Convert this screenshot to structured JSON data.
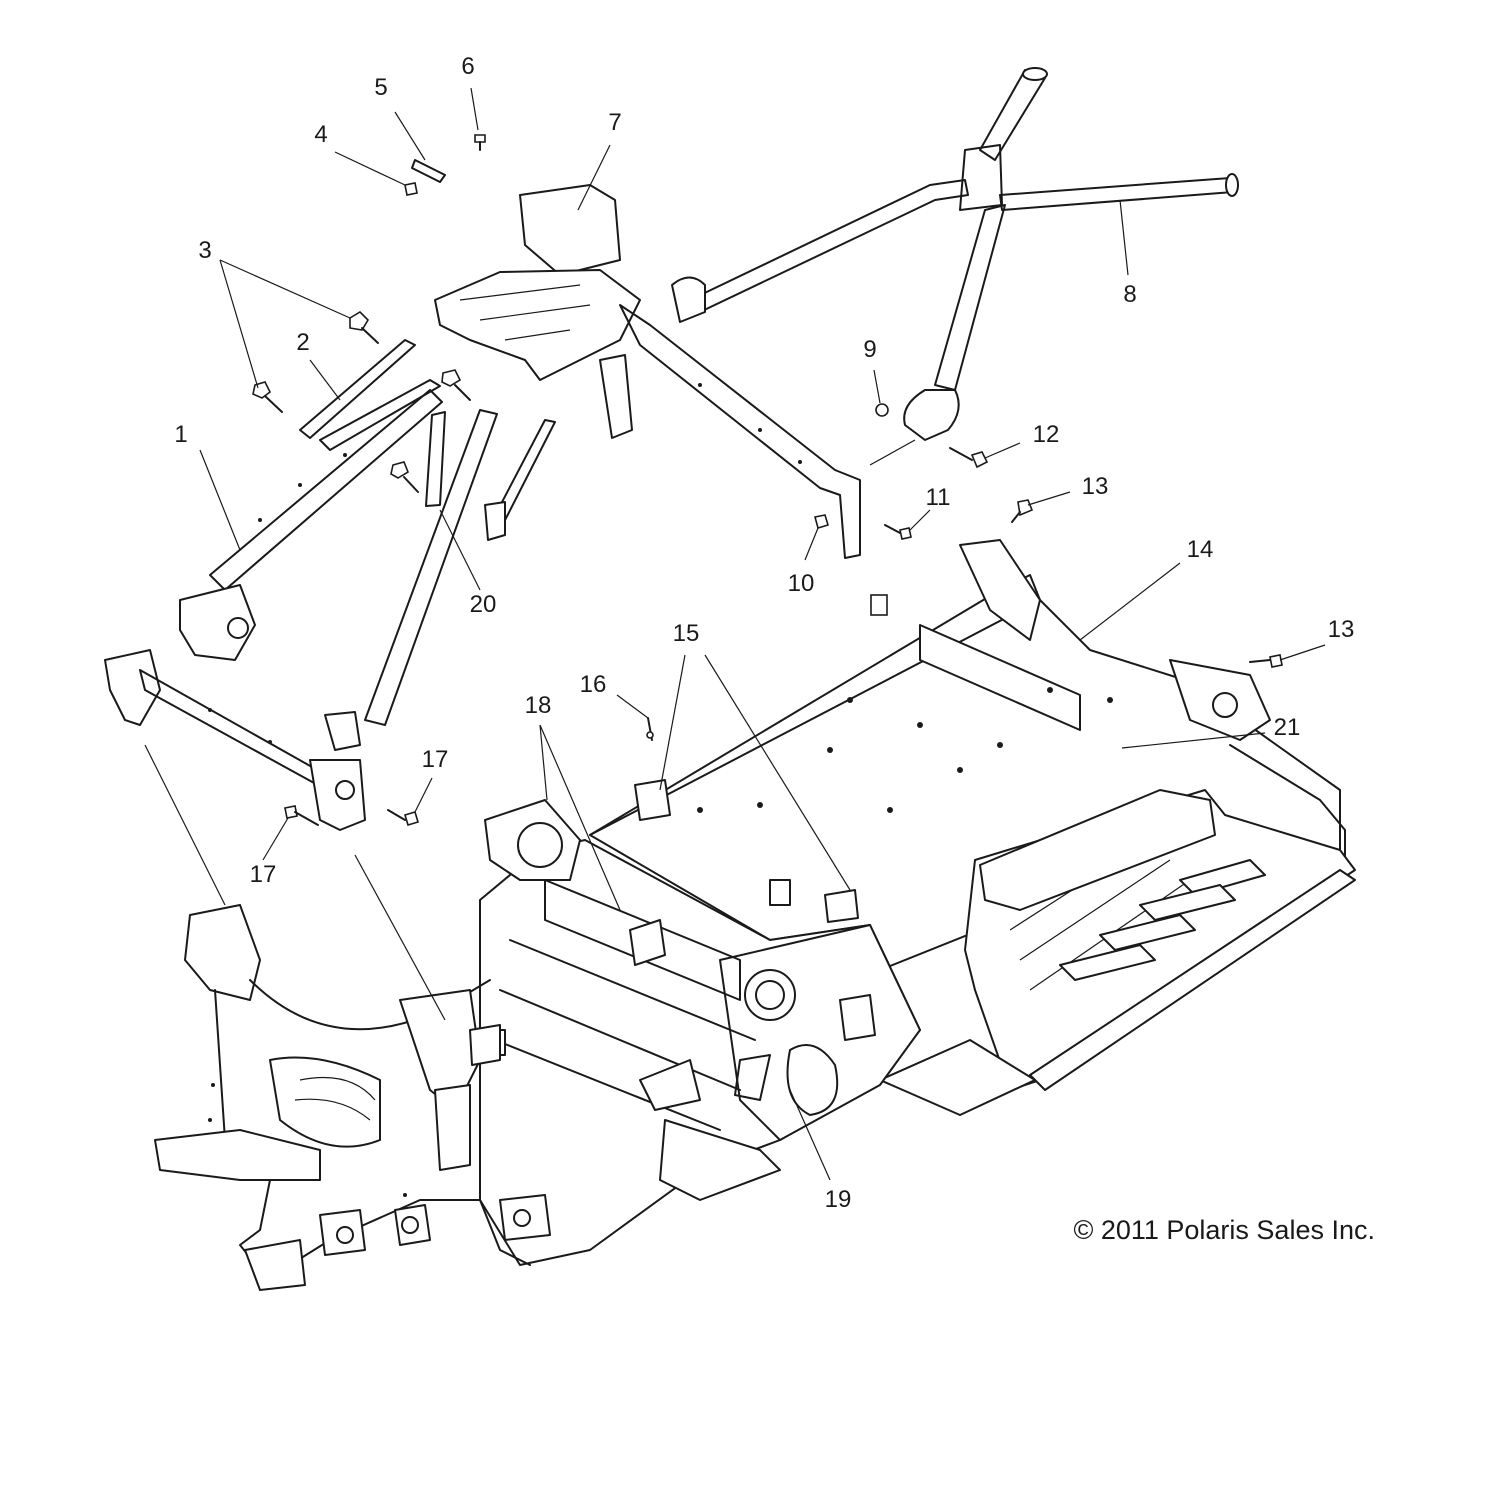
{
  "callouts": [
    {
      "id": "1",
      "label": "1"
    },
    {
      "id": "2",
      "label": "2"
    },
    {
      "id": "3",
      "label": "3"
    },
    {
      "id": "4",
      "label": "4"
    },
    {
      "id": "5",
      "label": "5"
    },
    {
      "id": "6",
      "label": "6"
    },
    {
      "id": "7",
      "label": "7"
    },
    {
      "id": "8",
      "label": "8"
    },
    {
      "id": "9",
      "label": "9"
    },
    {
      "id": "10",
      "label": "10"
    },
    {
      "id": "11",
      "label": "11"
    },
    {
      "id": "12",
      "label": "12"
    },
    {
      "id": "13a",
      "label": "13"
    },
    {
      "id": "13b",
      "label": "13"
    },
    {
      "id": "14",
      "label": "14"
    },
    {
      "id": "15",
      "label": "15"
    },
    {
      "id": "16",
      "label": "16"
    },
    {
      "id": "17a",
      "label": "17"
    },
    {
      "id": "17b",
      "label": "17"
    },
    {
      "id": "18",
      "label": "18"
    },
    {
      "id": "19",
      "label": "19"
    },
    {
      "id": "20",
      "label": "20"
    },
    {
      "id": "21",
      "label": "21"
    }
  ],
  "copyright": "© 2011 Polaris Sales Inc."
}
